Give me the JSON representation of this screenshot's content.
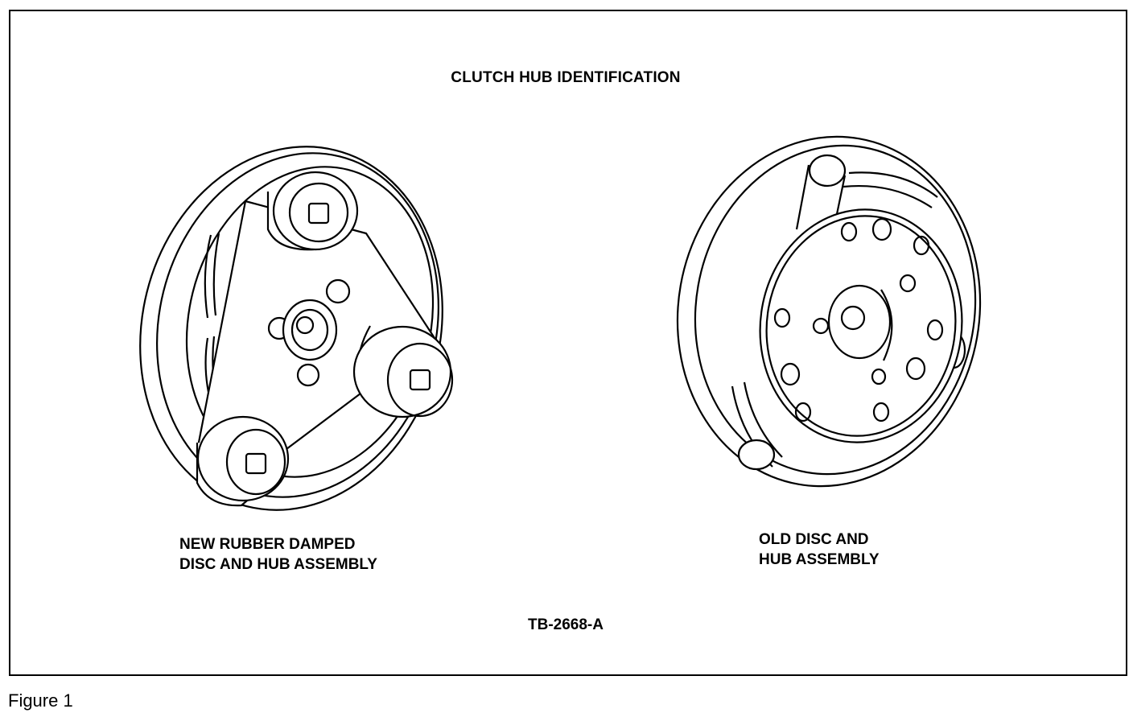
{
  "title": "CLUTCH HUB IDENTIFICATION",
  "new_assembly": {
    "line1": "NEW RUBBER DAMPED",
    "line2": "DISC AND HUB ASSEMBLY"
  },
  "old_assembly": {
    "line1": "OLD DISC AND",
    "line2": "HUB ASSEMBLY"
  },
  "figure_code": "TB-2668-A",
  "caption": "Figure  1"
}
